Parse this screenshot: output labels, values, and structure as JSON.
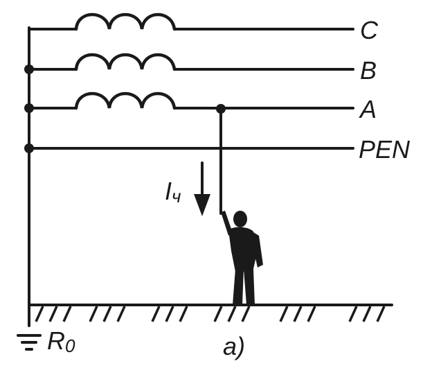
{
  "diagram": {
    "phase_c_label": "C",
    "phase_b_label": "B",
    "phase_a_label": "A",
    "pen_label": "PEN",
    "current_symbol": "I",
    "current_subscript": "ч",
    "ground_resistance_symbol": "R",
    "ground_resistance_subscript": "0",
    "caption": "a)",
    "icons": [
      "transformer-coil-icon",
      "ground-symbol-icon",
      "person-figure-icon",
      "current-arrow-icon"
    ]
  }
}
